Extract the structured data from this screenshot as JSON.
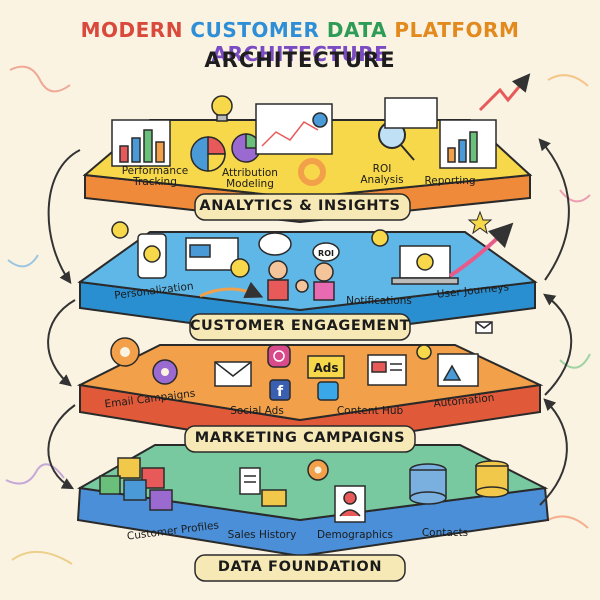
{
  "title": {
    "line1_words": [
      {
        "text": "MODERN",
        "color": "#d94a3d"
      },
      {
        "text": "CUSTOMER",
        "color": "#2f8fd6"
      },
      {
        "text": "DATA",
        "color": "#2e9c57"
      },
      {
        "text": "PLATFORM",
        "color": "#e38a1f"
      },
      {
        "text": "ARCHITECTURE",
        "color": "#7a4bc2"
      }
    ],
    "line2": "ARCHITECTURE"
  },
  "layers": [
    {
      "id": "analytics",
      "label": "ANALYTICS & INSIGHTS",
      "top_color": "#f7d84a",
      "side_color": "#ef8a3a",
      "items": [
        {
          "line1": "Performance",
          "line2": "Tracking"
        },
        {
          "line1": "Attribution",
          "line2": "Modeling"
        },
        {
          "line1": "ROI",
          "line2": "Analysis"
        },
        {
          "line1": "Reporting",
          "line2": ""
        }
      ]
    },
    {
      "id": "engagement",
      "label": "CUSTOMER ENGAGEMENT",
      "top_color": "#5fb7e8",
      "side_color": "#2a8fd0",
      "items": [
        {
          "line1": "Personalization",
          "line2": ""
        },
        {
          "line1": "Notifications",
          "line2": ""
        },
        {
          "line1": "User Journeys",
          "line2": ""
        }
      ]
    },
    {
      "id": "marketing",
      "label": "MARKETING CAMPAIGNS",
      "top_color": "#f2a04a",
      "side_color": "#e05a3a",
      "items": [
        {
          "line1": "Email Campaigns",
          "line2": ""
        },
        {
          "line1": "Social Ads",
          "line2": ""
        },
        {
          "line1": "Content Hub",
          "line2": ""
        },
        {
          "line1": "Automation",
          "line2": ""
        }
      ]
    },
    {
      "id": "foundation",
      "label": "DATA FOUNDATION",
      "top_color": "#78c9a0",
      "side_color": "#4a8fd8",
      "items": [
        {
          "line1": "Customer Profiles",
          "line2": ""
        },
        {
          "line1": "Sales History",
          "line2": ""
        },
        {
          "line1": "Demographics",
          "line2": ""
        },
        {
          "line1": "Contacts",
          "line2": ""
        }
      ]
    }
  ],
  "icons": {
    "ads_text": "Ads",
    "social_f": "f",
    "roi_text": "ROI"
  },
  "colors": {
    "outline": "#2a2a2a",
    "arrow": "#333333",
    "background": "#fbf3e2"
  }
}
